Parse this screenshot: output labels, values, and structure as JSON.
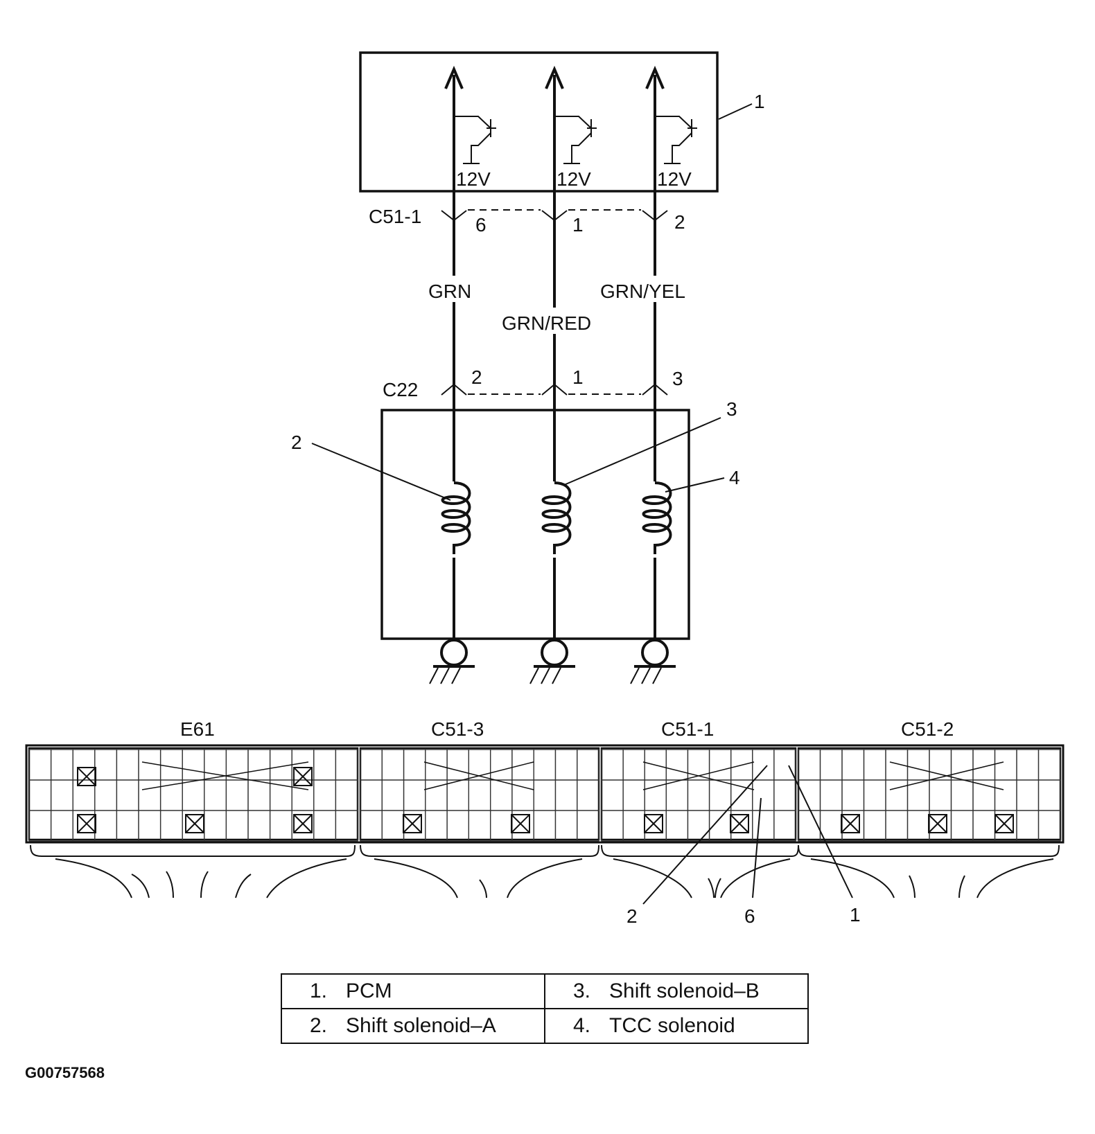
{
  "diagram": {
    "pcm_callout": "1",
    "transistor_supply": [
      "12V",
      "12V",
      "12V"
    ],
    "connector_pcm": {
      "name": "C51-1",
      "pins": [
        "6",
        "1",
        "2"
      ]
    },
    "wires": [
      "GRN",
      "GRN/RED",
      "GRN/YEL"
    ],
    "connector_sol": {
      "name": "C22",
      "pins": [
        "2",
        "1",
        "3"
      ]
    },
    "coil_callouts": [
      "2",
      "3",
      "4"
    ],
    "connector_face_labels": [
      "E61",
      "C51-3",
      "C51-1",
      "C51-2"
    ],
    "pin_callouts": [
      "2",
      "6",
      "1"
    ]
  },
  "legend": [
    {
      "num": "1.",
      "label": "PCM"
    },
    {
      "num": "3.",
      "label": "Shift solenoid–B"
    },
    {
      "num": "2.",
      "label": "Shift solenoid–A"
    },
    {
      "num": "4.",
      "label": "TCC solenoid"
    }
  ],
  "figure_id": "G00757568"
}
